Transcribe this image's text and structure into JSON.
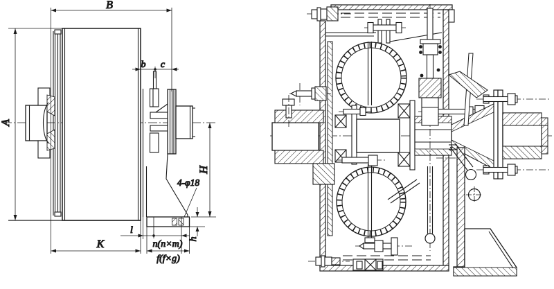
{
  "page": {
    "background": "#ffffff",
    "line_color": "#1a1a1a"
  },
  "views": {
    "front": {
      "dimensions": {
        "width": "B",
        "diameter": "A",
        "gap_b": "b",
        "gap_c": "c",
        "center_height": "H",
        "base_thickness": "h",
        "hub_length": "K",
        "hole_offset": "l",
        "bolt_spacing": "n(n×m)",
        "base_length": "f(f×g)",
        "bolt_holes": "4-φ18"
      }
    },
    "section": {}
  }
}
